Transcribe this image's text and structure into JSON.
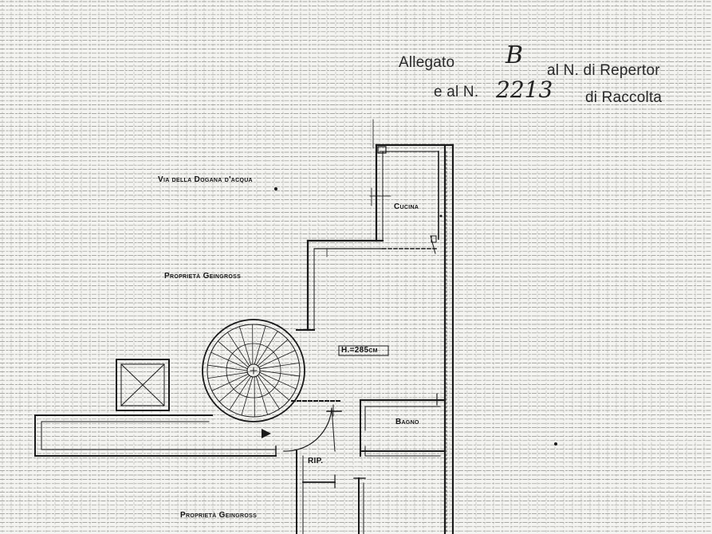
{
  "annotation": {
    "line1_prefix": "Allegato",
    "line1_mark": "B",
    "line1_suffix": "al N. di Repertor",
    "line2_prefix": "e al N.",
    "line2_number": "2213",
    "line2_suffix": "di Raccolta"
  },
  "labels": {
    "street": "Via della Dogana d'acqua",
    "property_top": "Proprietà Geingross",
    "property_bottom": "Proprietà Geingross",
    "kitchen": "Cucina",
    "height": "H.=285cm",
    "bathroom": "Bagno",
    "storage": "RIP."
  }
}
